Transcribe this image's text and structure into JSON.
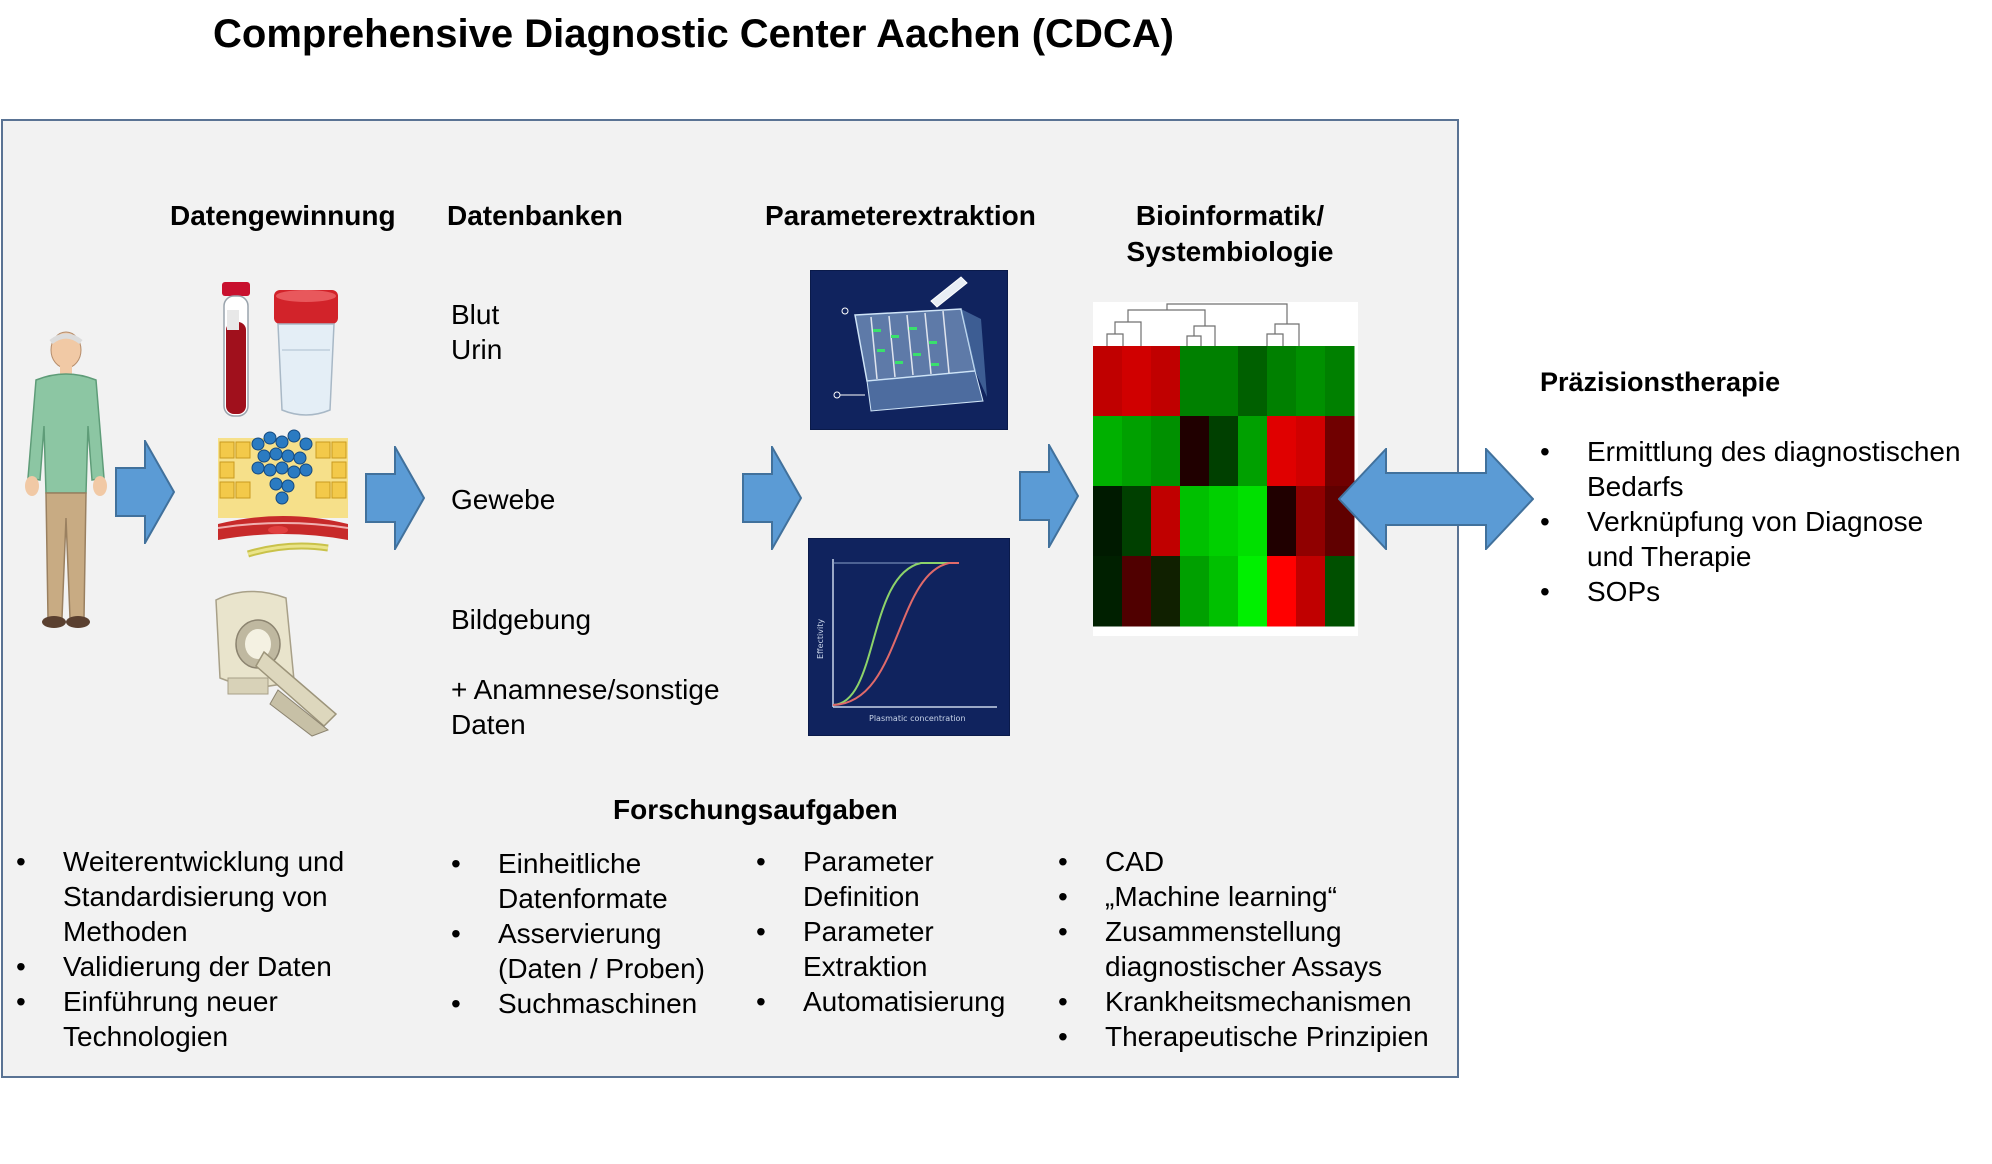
{
  "title": "Comprehensive Diagnostic Center Aachen (CDCA)",
  "sections": {
    "datengewinnung": "Datengewinnung",
    "datenbanken": "Datenbanken",
    "parameterextraktion": "Parameterextraktion",
    "bioinformatik_line1": "Bioinformatik/",
    "bioinformatik_line2": "Systembiologie"
  },
  "datenbanken_items": {
    "blut": "Blut",
    "urin": "Urin",
    "gewebe": "Gewebe",
    "bildgebung": "Bildgebung",
    "anamnese_line1": "+ Anamnese/sonstige",
    "anamnese_line2": "Daten"
  },
  "praezision": {
    "heading": "Präzisionstherapie",
    "items": [
      [
        "Ermittlung des diagnostischen",
        "Bedarfs"
      ],
      [
        "Verknüpfung von Diagnose",
        "und Therapie"
      ],
      [
        "SOPs"
      ]
    ]
  },
  "forschung": {
    "heading": "Forschungsaufgaben",
    "col1": [
      [
        "Weiterentwicklung und",
        "Standardisierung von",
        "Methoden"
      ],
      [
        "Validierung der Daten"
      ],
      [
        "Einführung neuer",
        "Technologien"
      ]
    ],
    "col2": [
      [
        "Einheitliche",
        "Datenformate"
      ],
      [
        "Asservierung",
        "(Daten / Proben)"
      ],
      [
        "Suchmaschinen"
      ]
    ],
    "col3": [
      [
        "Parameter",
        "Definition"
      ],
      [
        "Parameter",
        "Extraktion"
      ],
      [
        "Automatisierung"
      ]
    ],
    "col4": [
      [
        "CAD"
      ],
      [
        "„Machine learning“"
      ],
      [
        "Zusammenstellung",
        "diagnostischer Assays"
      ],
      [
        "Krankheitsmechanismen"
      ],
      [
        "Therapeutische Prinzipien"
      ]
    ]
  },
  "bullet_char": "•",
  "curve_chart": {
    "xlabel": "Plasmatic concentration",
    "ylabel": "Effectivity"
  },
  "colors": {
    "panel_border": "#5a7394",
    "panel_fill": "#f2f2f2",
    "arrow": "#5b9bd5",
    "image_bg": "#10235e"
  },
  "icons": [
    "patient-figure-icon",
    "blood-tube-icon",
    "urine-container-icon",
    "tissue-cells-icon",
    "mri-scanner-icon",
    "microfluidic-chip-icon",
    "dose-response-curve-icon",
    "heatmap-dendrogram-icon",
    "right-arrow-icon",
    "double-arrow-icon"
  ]
}
